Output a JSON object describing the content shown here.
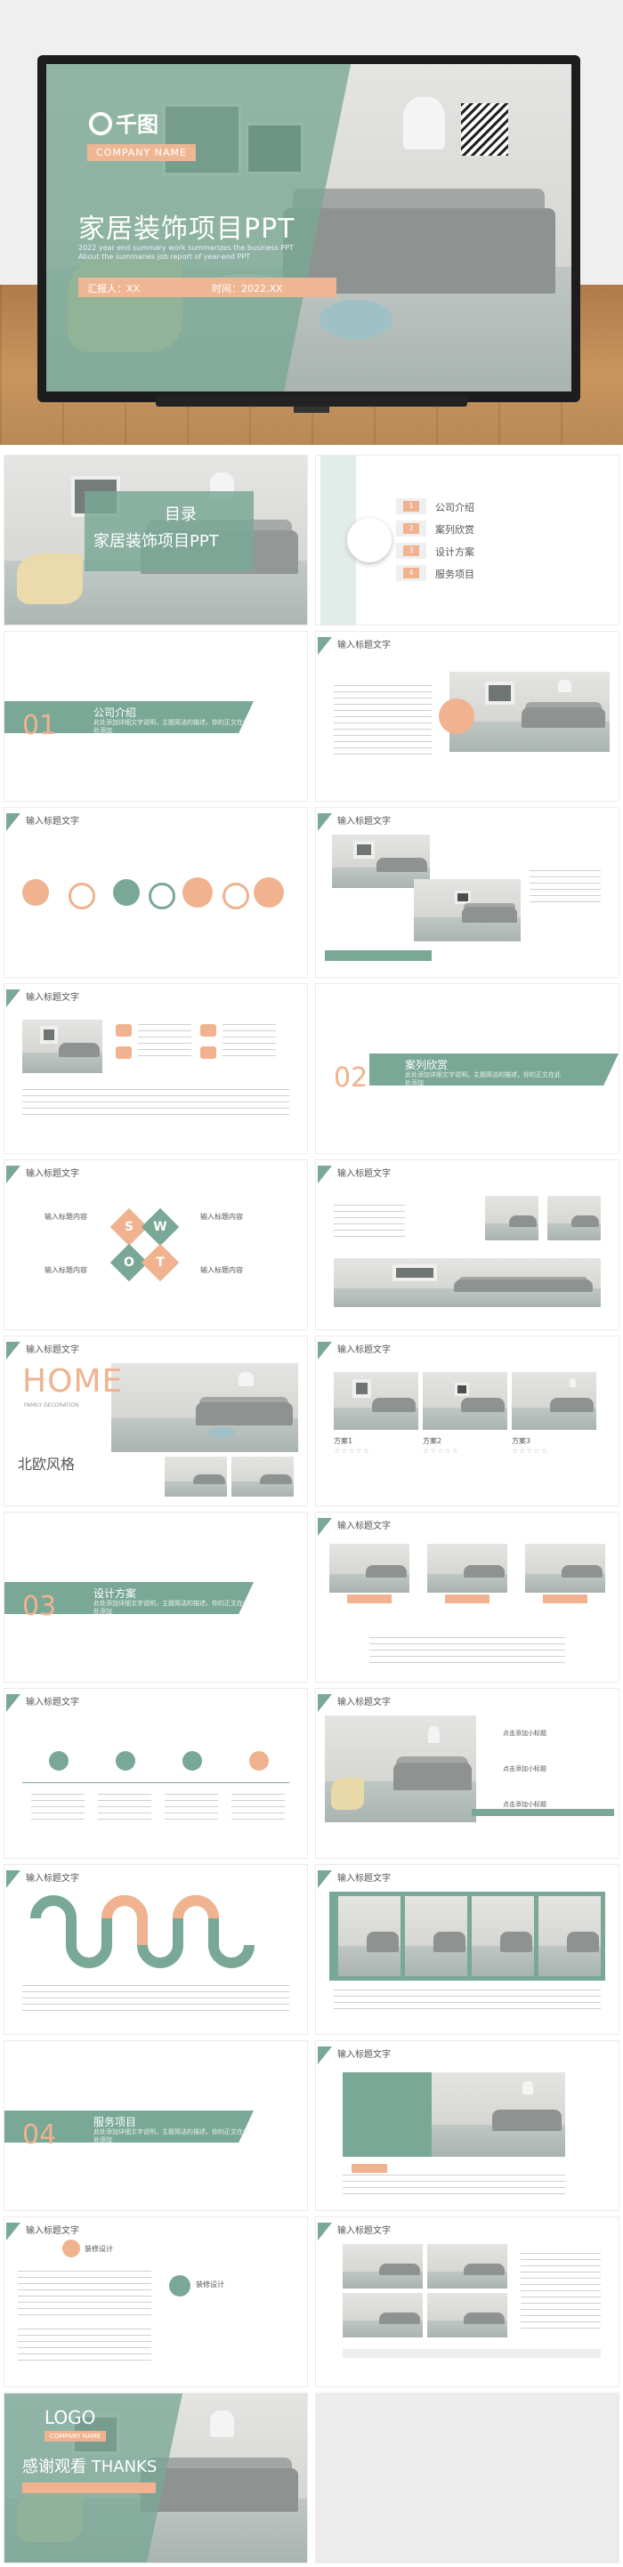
{
  "hero": {
    "logo": "千图",
    "company": "COMPANY NAME",
    "title": "家居装饰项目PPT",
    "subtitle": "2022 year end summary work summarizes the business PPT About the summaries job report of year-end PPT",
    "reporter": "汇报人：XX",
    "date": "时间：2022.XX"
  },
  "slides": {
    "toc_cover": {
      "title": "目录",
      "subtitle": "家居装饰项目PPT"
    },
    "contents": {
      "items": [
        {
          "num": "1",
          "label": "公司介绍"
        },
        {
          "num": "2",
          "label": "案列欣赏"
        },
        {
          "num": "3",
          "label": "设计方案"
        },
        {
          "num": "4",
          "label": "服务项目"
        }
      ]
    },
    "sec1": {
      "num": "01",
      "label": "公司介绍",
      "desc": "此处添加详细文字说明，主题简洁的描述，你的正文在此处添加"
    },
    "generic_title": "输入标题文字",
    "sec2": {
      "num": "02",
      "label": "案列欣赏",
      "desc": "此处添加详细文字说明，主题简洁的描述，你的正文在此处添加"
    },
    "swot": {
      "labels": [
        "S",
        "W",
        "O",
        "T"
      ],
      "heading": "输入标题内容"
    },
    "home": {
      "big": "HOME",
      "sub": "FAMILY DECORATION",
      "style": "北欧风格"
    },
    "sec3": {
      "num": "03",
      "label": "设计方案",
      "desc": "此处添加详细文字说明，主题简洁的描述，你的正文在此处添加"
    },
    "cards": {
      "labels": [
        "方案1",
        "方案2",
        "方案3"
      ],
      "rating": "☆☆☆☆☆"
    },
    "points": {
      "labels": [
        "点击添加小标题",
        "点击添加小标题",
        "点击添加小标题"
      ]
    },
    "sec4": {
      "num": "04",
      "label": "服务项目",
      "desc": "此处添加详细文字说明，主题简洁的描述，你的正文在此处添加"
    },
    "service": {
      "labels": [
        "装修设计",
        "装修设计"
      ]
    },
    "thanks": {
      "logo": "LOGO",
      "company": "COMPANY NAME",
      "title": "感谢观看 THANKS"
    }
  },
  "colors": {
    "mint": "#7aa896",
    "peach": "#f0b28f"
  }
}
